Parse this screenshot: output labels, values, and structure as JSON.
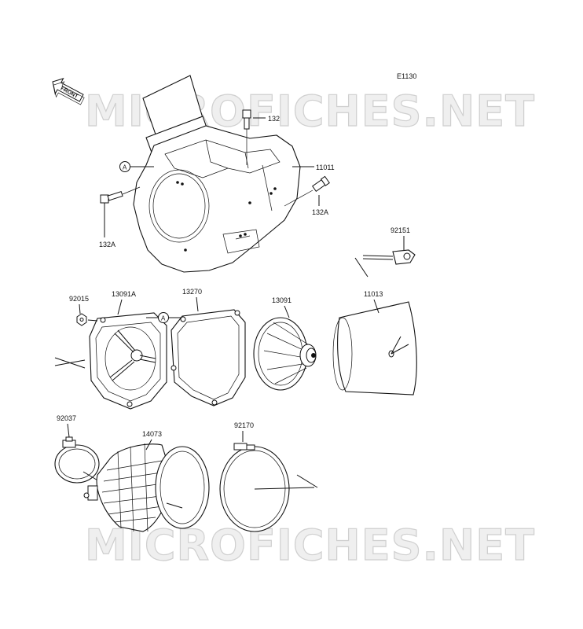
{
  "diagram_code": "E1130",
  "front_badge": "FRONT",
  "watermark": "MICROFICHES.NET",
  "callout_a": "A",
  "parts": {
    "p132": "132",
    "p11011": "11011",
    "p132A_right": "132A",
    "p132A_left": "132A",
    "p92151": "92151",
    "p92015": "92015",
    "p13091A": "13091A",
    "p13270": "13270",
    "p13091": "13091",
    "p11013": "11013",
    "p92037": "92037",
    "p14073": "14073",
    "p92170": "92170"
  }
}
